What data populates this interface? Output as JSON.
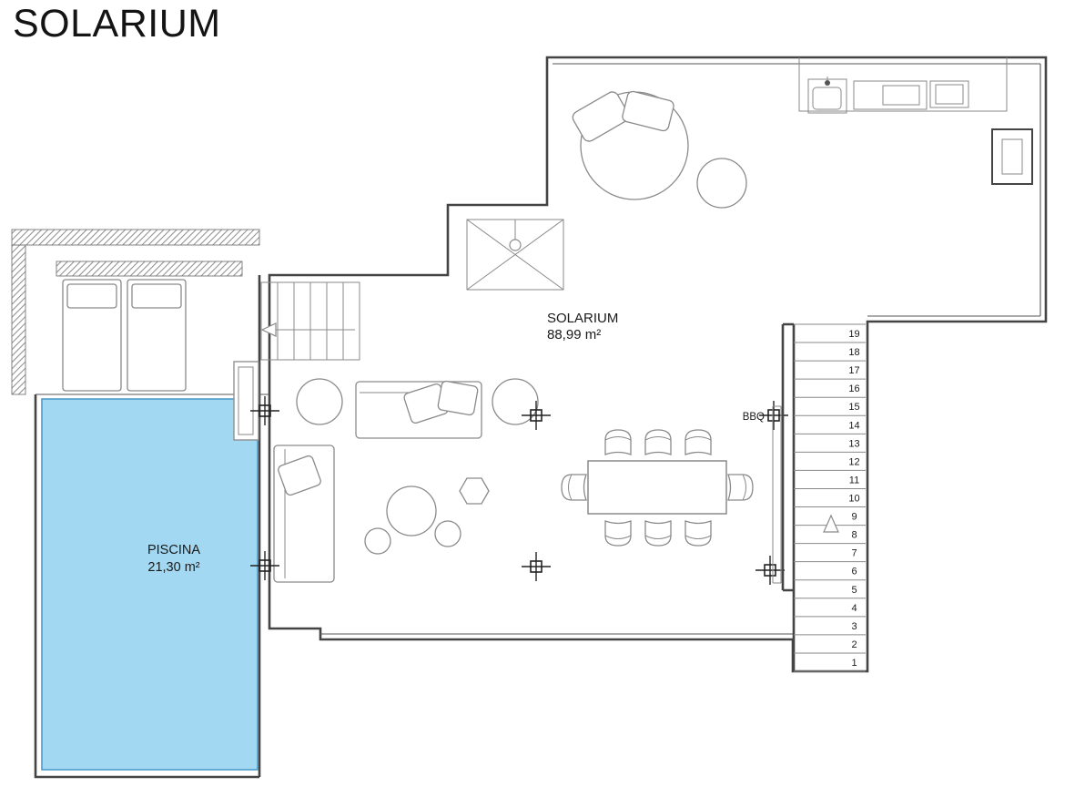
{
  "title": "SOLARIUM",
  "plan": {
    "rooms": [
      {
        "name": "SOLARIUM",
        "area": "88,99 m²"
      },
      {
        "name": "PISCINA",
        "area": "21,30 m²"
      }
    ],
    "labels": {
      "bbq": "BBQ"
    },
    "stairs": {
      "numbers": [
        "19",
        "18",
        "17",
        "16",
        "15",
        "14",
        "13",
        "12",
        "11",
        "10",
        "9",
        "8",
        "7",
        "6",
        "5",
        "4",
        "3",
        "2",
        "1"
      ]
    },
    "colors": {
      "wall": "#444444",
      "furniture": "#8a8a8a",
      "pool_fill": "#a2d8f2",
      "pool_stroke": "#4d9dc9",
      "text": "#1a1a1a"
    }
  }
}
